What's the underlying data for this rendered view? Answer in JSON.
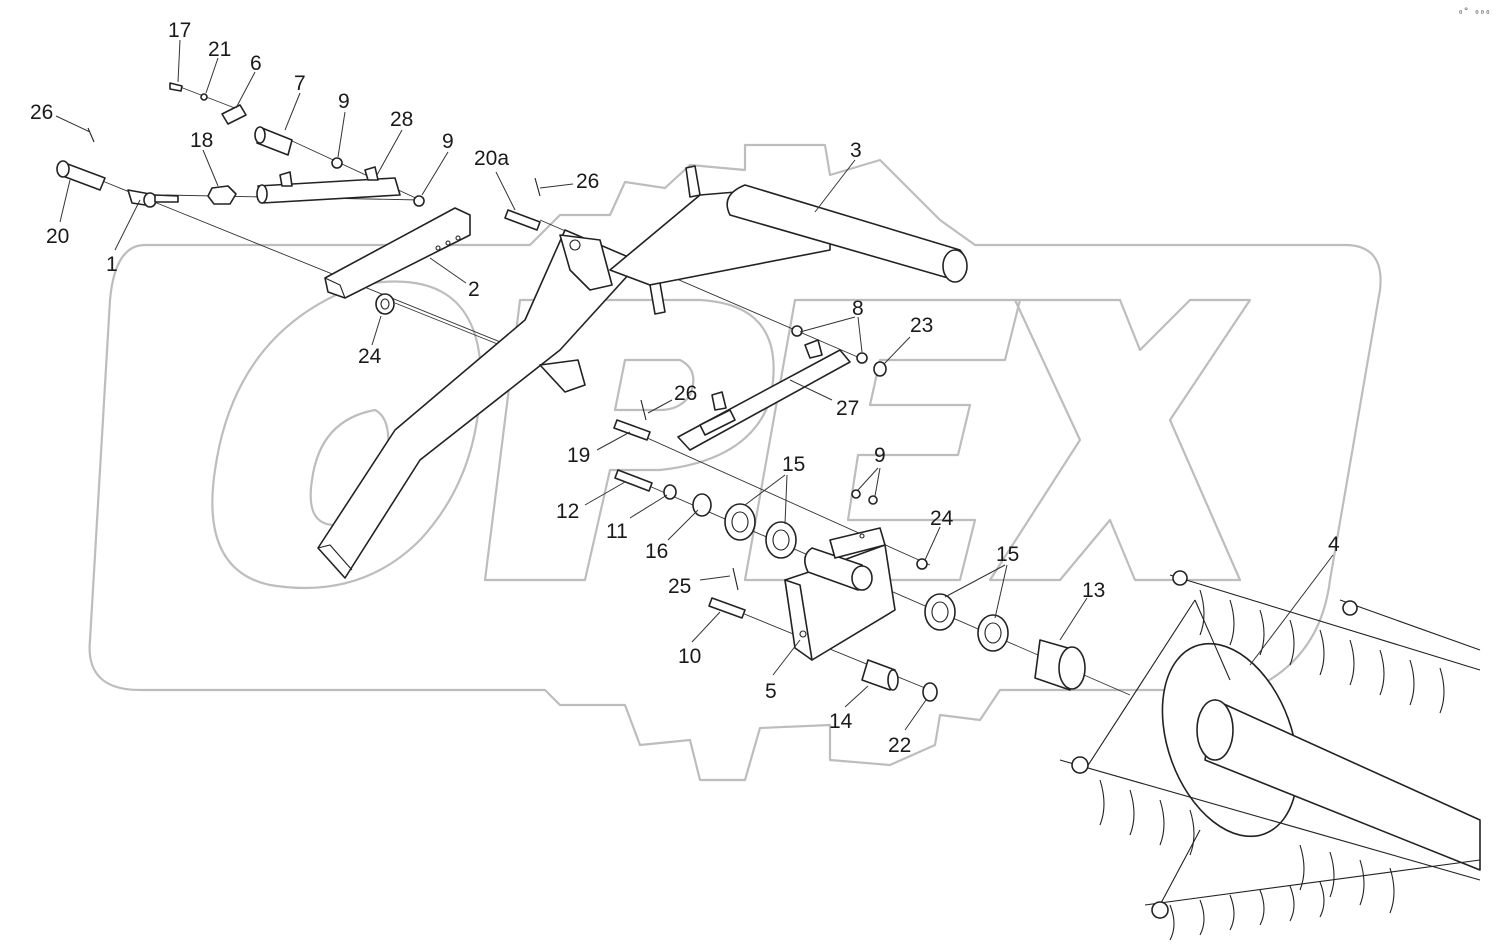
{
  "corner_mark": "₀° ₀₀₀",
  "watermark_text": "OPEX",
  "part_labels": [
    {
      "id": "p17",
      "text": "17"
    },
    {
      "id": "p21",
      "text": "21"
    },
    {
      "id": "p6",
      "text": "6"
    },
    {
      "id": "p7",
      "text": "7"
    },
    {
      "id": "p9a",
      "text": "9"
    },
    {
      "id": "p28",
      "text": "28"
    },
    {
      "id": "p9b",
      "text": "9"
    },
    {
      "id": "p26a",
      "text": "26"
    },
    {
      "id": "p18",
      "text": "18"
    },
    {
      "id": "p20",
      "text": "20"
    },
    {
      "id": "p1",
      "text": "1"
    },
    {
      "id": "p20a",
      "text": "20a"
    },
    {
      "id": "p26b",
      "text": "26"
    },
    {
      "id": "p3",
      "text": "3"
    },
    {
      "id": "p2",
      "text": "2"
    },
    {
      "id": "p24a",
      "text": "24"
    },
    {
      "id": "p8",
      "text": "8"
    },
    {
      "id": "p23",
      "text": "23"
    },
    {
      "id": "p26c",
      "text": "26"
    },
    {
      "id": "p27",
      "text": "27"
    },
    {
      "id": "p19",
      "text": "19"
    },
    {
      "id": "p15a",
      "text": "15"
    },
    {
      "id": "p9c",
      "text": "9"
    },
    {
      "id": "p12",
      "text": "12"
    },
    {
      "id": "p11",
      "text": "11"
    },
    {
      "id": "p16",
      "text": "16"
    },
    {
      "id": "p24b",
      "text": "24"
    },
    {
      "id": "p4",
      "text": "4"
    },
    {
      "id": "p15b",
      "text": "15"
    },
    {
      "id": "p13",
      "text": "13"
    },
    {
      "id": "p25",
      "text": "25"
    },
    {
      "id": "p10",
      "text": "10"
    },
    {
      "id": "p5",
      "text": "5"
    },
    {
      "id": "p14",
      "text": "14"
    },
    {
      "id": "p22",
      "text": "22"
    }
  ]
}
